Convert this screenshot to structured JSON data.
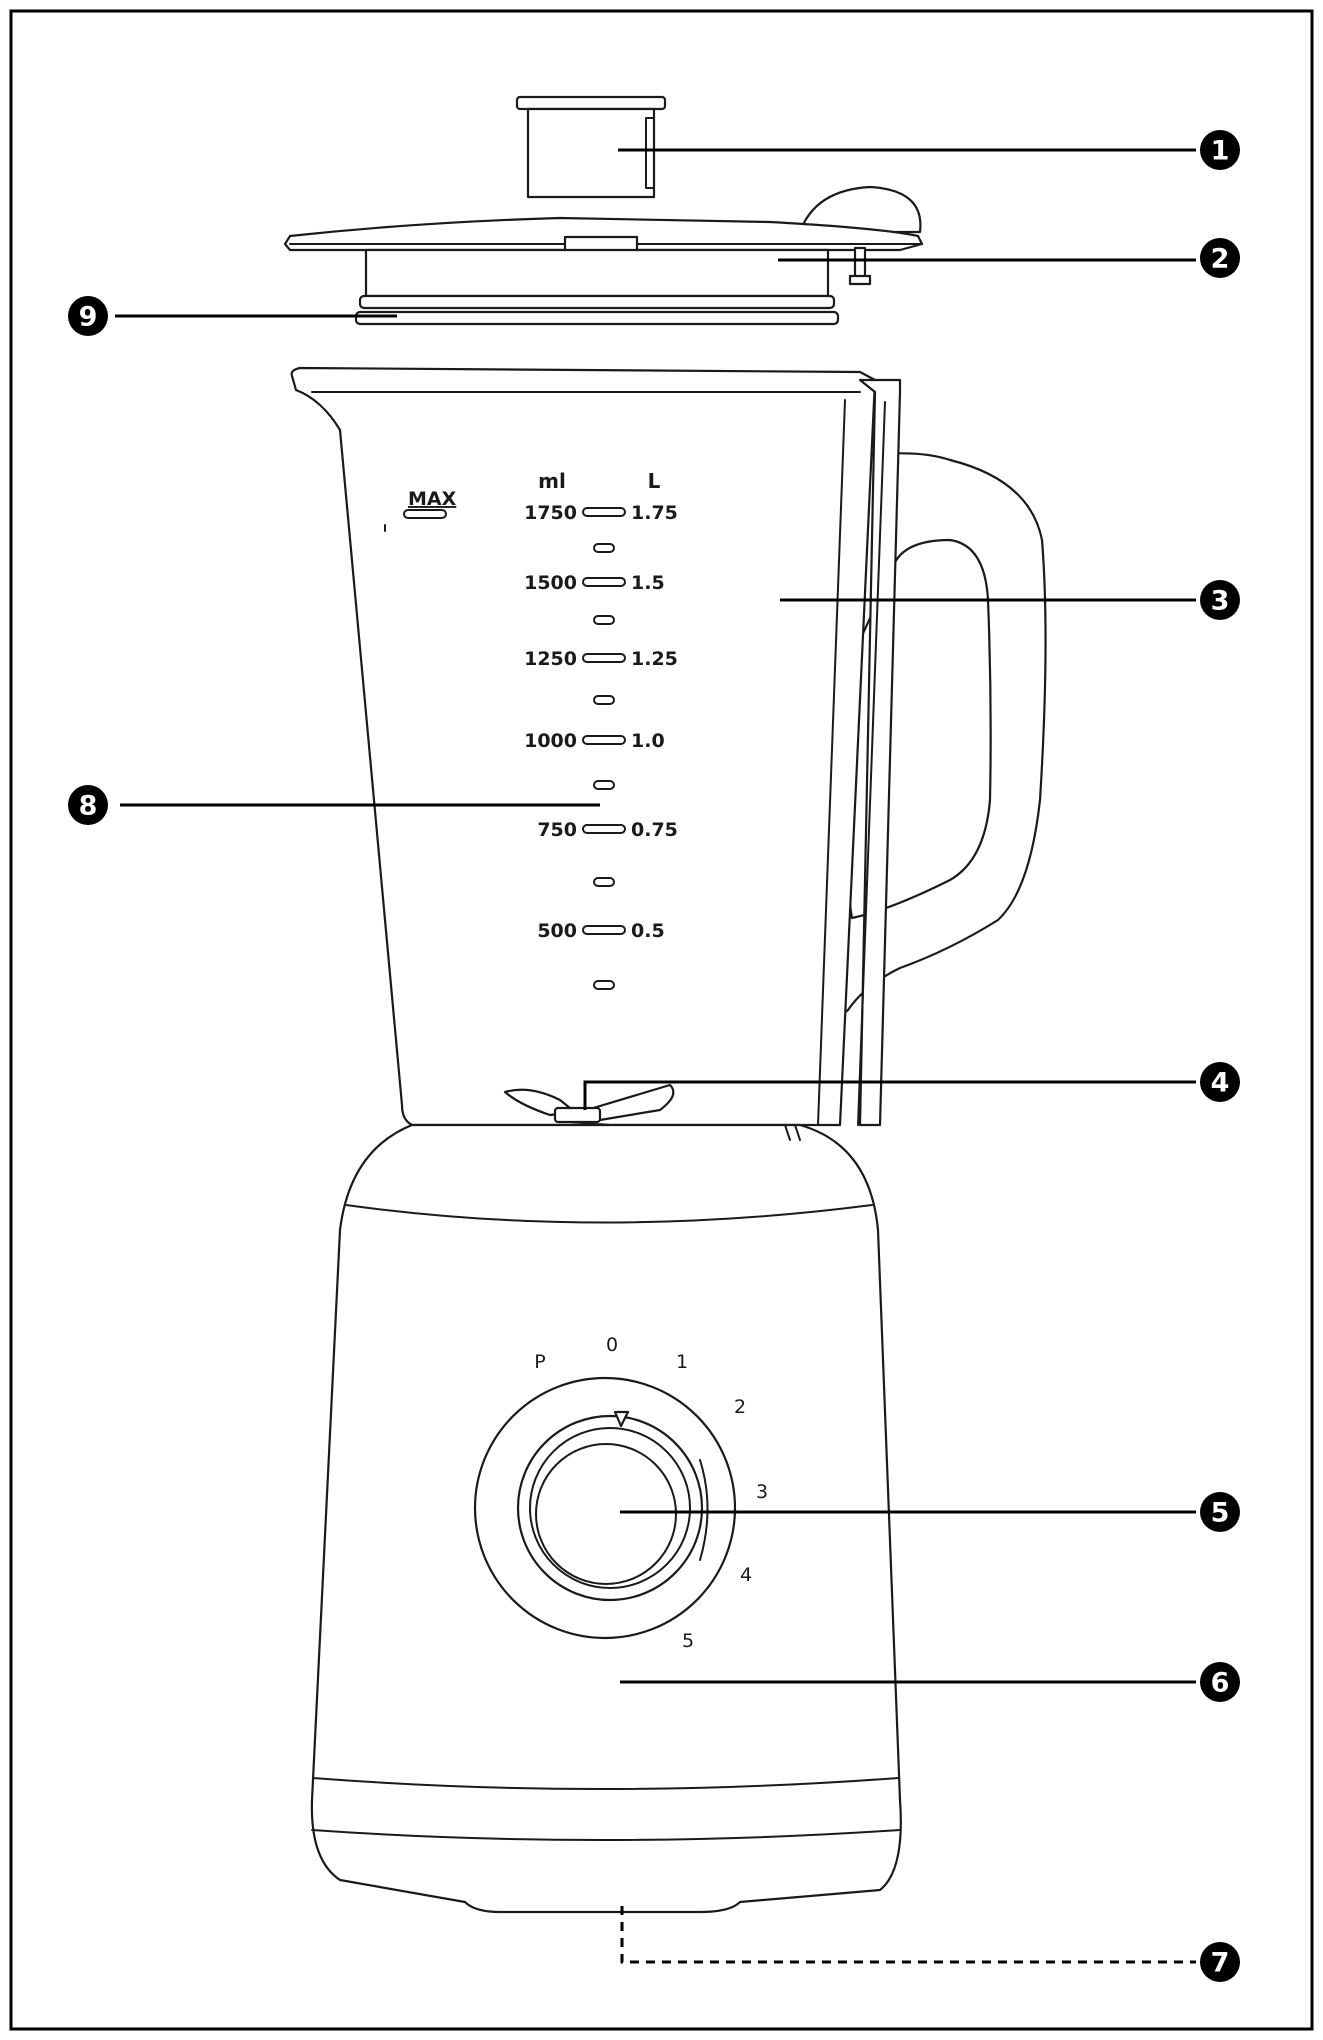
{
  "callouts": [
    {
      "id": "1",
      "label": "1"
    },
    {
      "id": "2",
      "label": "2"
    },
    {
      "id": "3",
      "label": "3"
    },
    {
      "id": "4",
      "label": "4"
    },
    {
      "id": "5",
      "label": "5"
    },
    {
      "id": "6",
      "label": "6"
    },
    {
      "id": "7",
      "label": "7"
    },
    {
      "id": "8",
      "label": "8"
    },
    {
      "id": "9",
      "label": "9"
    }
  ],
  "jug_scale": {
    "max_label": "MAX",
    "ml_header": "ml",
    "l_header": "L",
    "ml_values": [
      "1750",
      "1500",
      "1250",
      "1000",
      "750",
      "500"
    ],
    "l_values": [
      "1.75",
      "1.5",
      "1.25",
      "1.0",
      "0.75",
      "0.5"
    ]
  },
  "dial": {
    "labels": [
      "P",
      "0",
      "1",
      "2",
      "3",
      "4",
      "5"
    ]
  },
  "colors": {
    "line": "#1a1a1a",
    "callout_fill": "#000000",
    "background": "#ffffff"
  }
}
